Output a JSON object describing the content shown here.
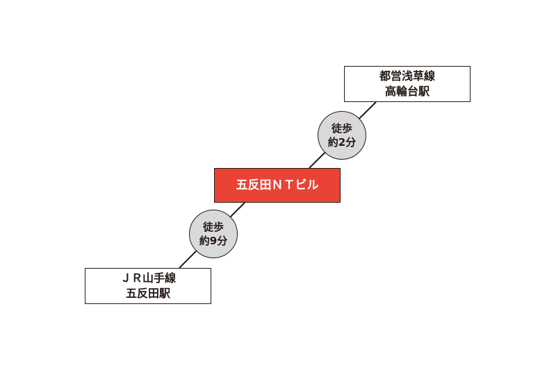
{
  "colors": {
    "line": "#231815",
    "highlight": "#ea4335",
    "walk_fill": "#d9d9d9",
    "box_fill": "#ffffff"
  },
  "destination": {
    "line1": "都営浅草線",
    "line2": "高輪台駅"
  },
  "walk_to_destination": {
    "line1": "徒歩",
    "line2": "約2分"
  },
  "building": {
    "name": "五反田ＮＴビル"
  },
  "walk_to_origin": {
    "line1": "徒歩",
    "line2": "約9分"
  },
  "origin": {
    "line1": "ＪＲ山手線",
    "line2": "五反田駅"
  }
}
